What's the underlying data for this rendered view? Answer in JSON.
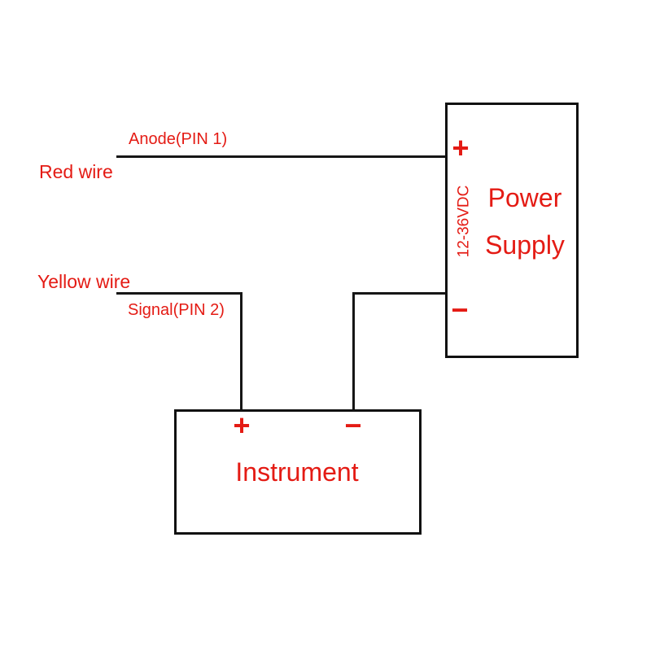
{
  "diagram": {
    "type": "wiring-diagram",
    "background_color": "#ffffff",
    "wire_color": "#161616",
    "accent_color": "#e41b14",
    "wires": {
      "anode_wire_label": "Anode(PIN 1)",
      "anode_wire_name": "Red wire",
      "signal_wire_label": "Signal(PIN 2)",
      "signal_wire_name": "Yellow wire"
    },
    "power_supply": {
      "title_line1": "Power",
      "title_line2": "Supply",
      "voltage_rating": "12-36VDC",
      "positive_terminal": "+",
      "negative_terminal": "−"
    },
    "instrument": {
      "title": "Instrument",
      "positive_terminal": "+",
      "negative_terminal": "−"
    }
  }
}
